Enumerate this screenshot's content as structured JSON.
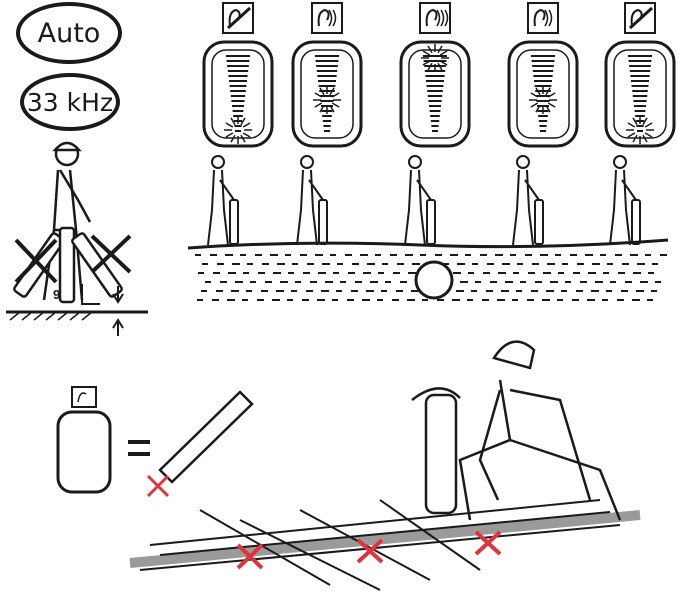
{
  "mode_label": "Auto",
  "frequency_label": "33 kHz",
  "angle_label": "90°",
  "panels": [
    {
      "sound": "muted",
      "signal_level": "low"
    },
    {
      "sound": "low",
      "signal_level": "medium"
    },
    {
      "sound": "high",
      "signal_level": "peak"
    },
    {
      "sound": "low",
      "signal_level": "medium"
    },
    {
      "sound": "muted",
      "signal_level": "low"
    }
  ],
  "colors": {
    "line": "#1a1a1a",
    "mark": "#e0343c",
    "ground": "#9a9a9a"
  }
}
